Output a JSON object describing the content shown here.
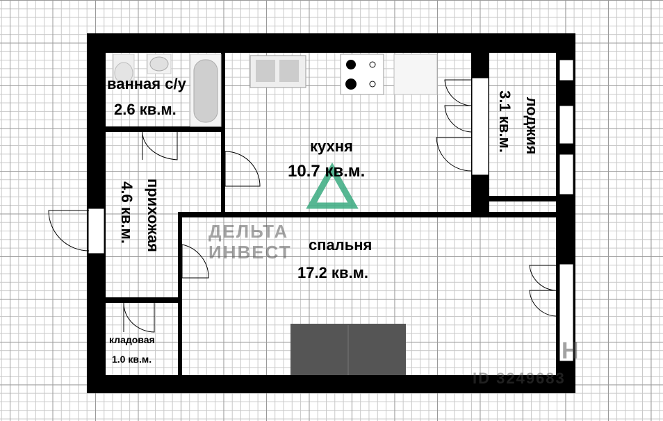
{
  "rooms": {
    "bathroom": {
      "name": "ванная с/у",
      "area": "2.6 кв.м."
    },
    "kitchen": {
      "name": "кухня",
      "area": "10.7 кв.м."
    },
    "loggia": {
      "name": "лоджия",
      "area": "3.1 кв.м."
    },
    "hallway": {
      "name": "прихожая",
      "area": "4.6 кв.м."
    },
    "bedroom": {
      "name": "спальня",
      "area": "17.2 кв.м."
    },
    "storage": {
      "name": "кладовая",
      "area": "1.0 кв.м."
    }
  },
  "watermark": {
    "line1": "ДЕЛЬТА",
    "line2": "ИНВЕСТ",
    "logo_color": "#3aaa80",
    "id": "ID 3249683",
    "corner": "Н"
  },
  "colors": {
    "wall": "#000000",
    "sofa": "#555555"
  }
}
